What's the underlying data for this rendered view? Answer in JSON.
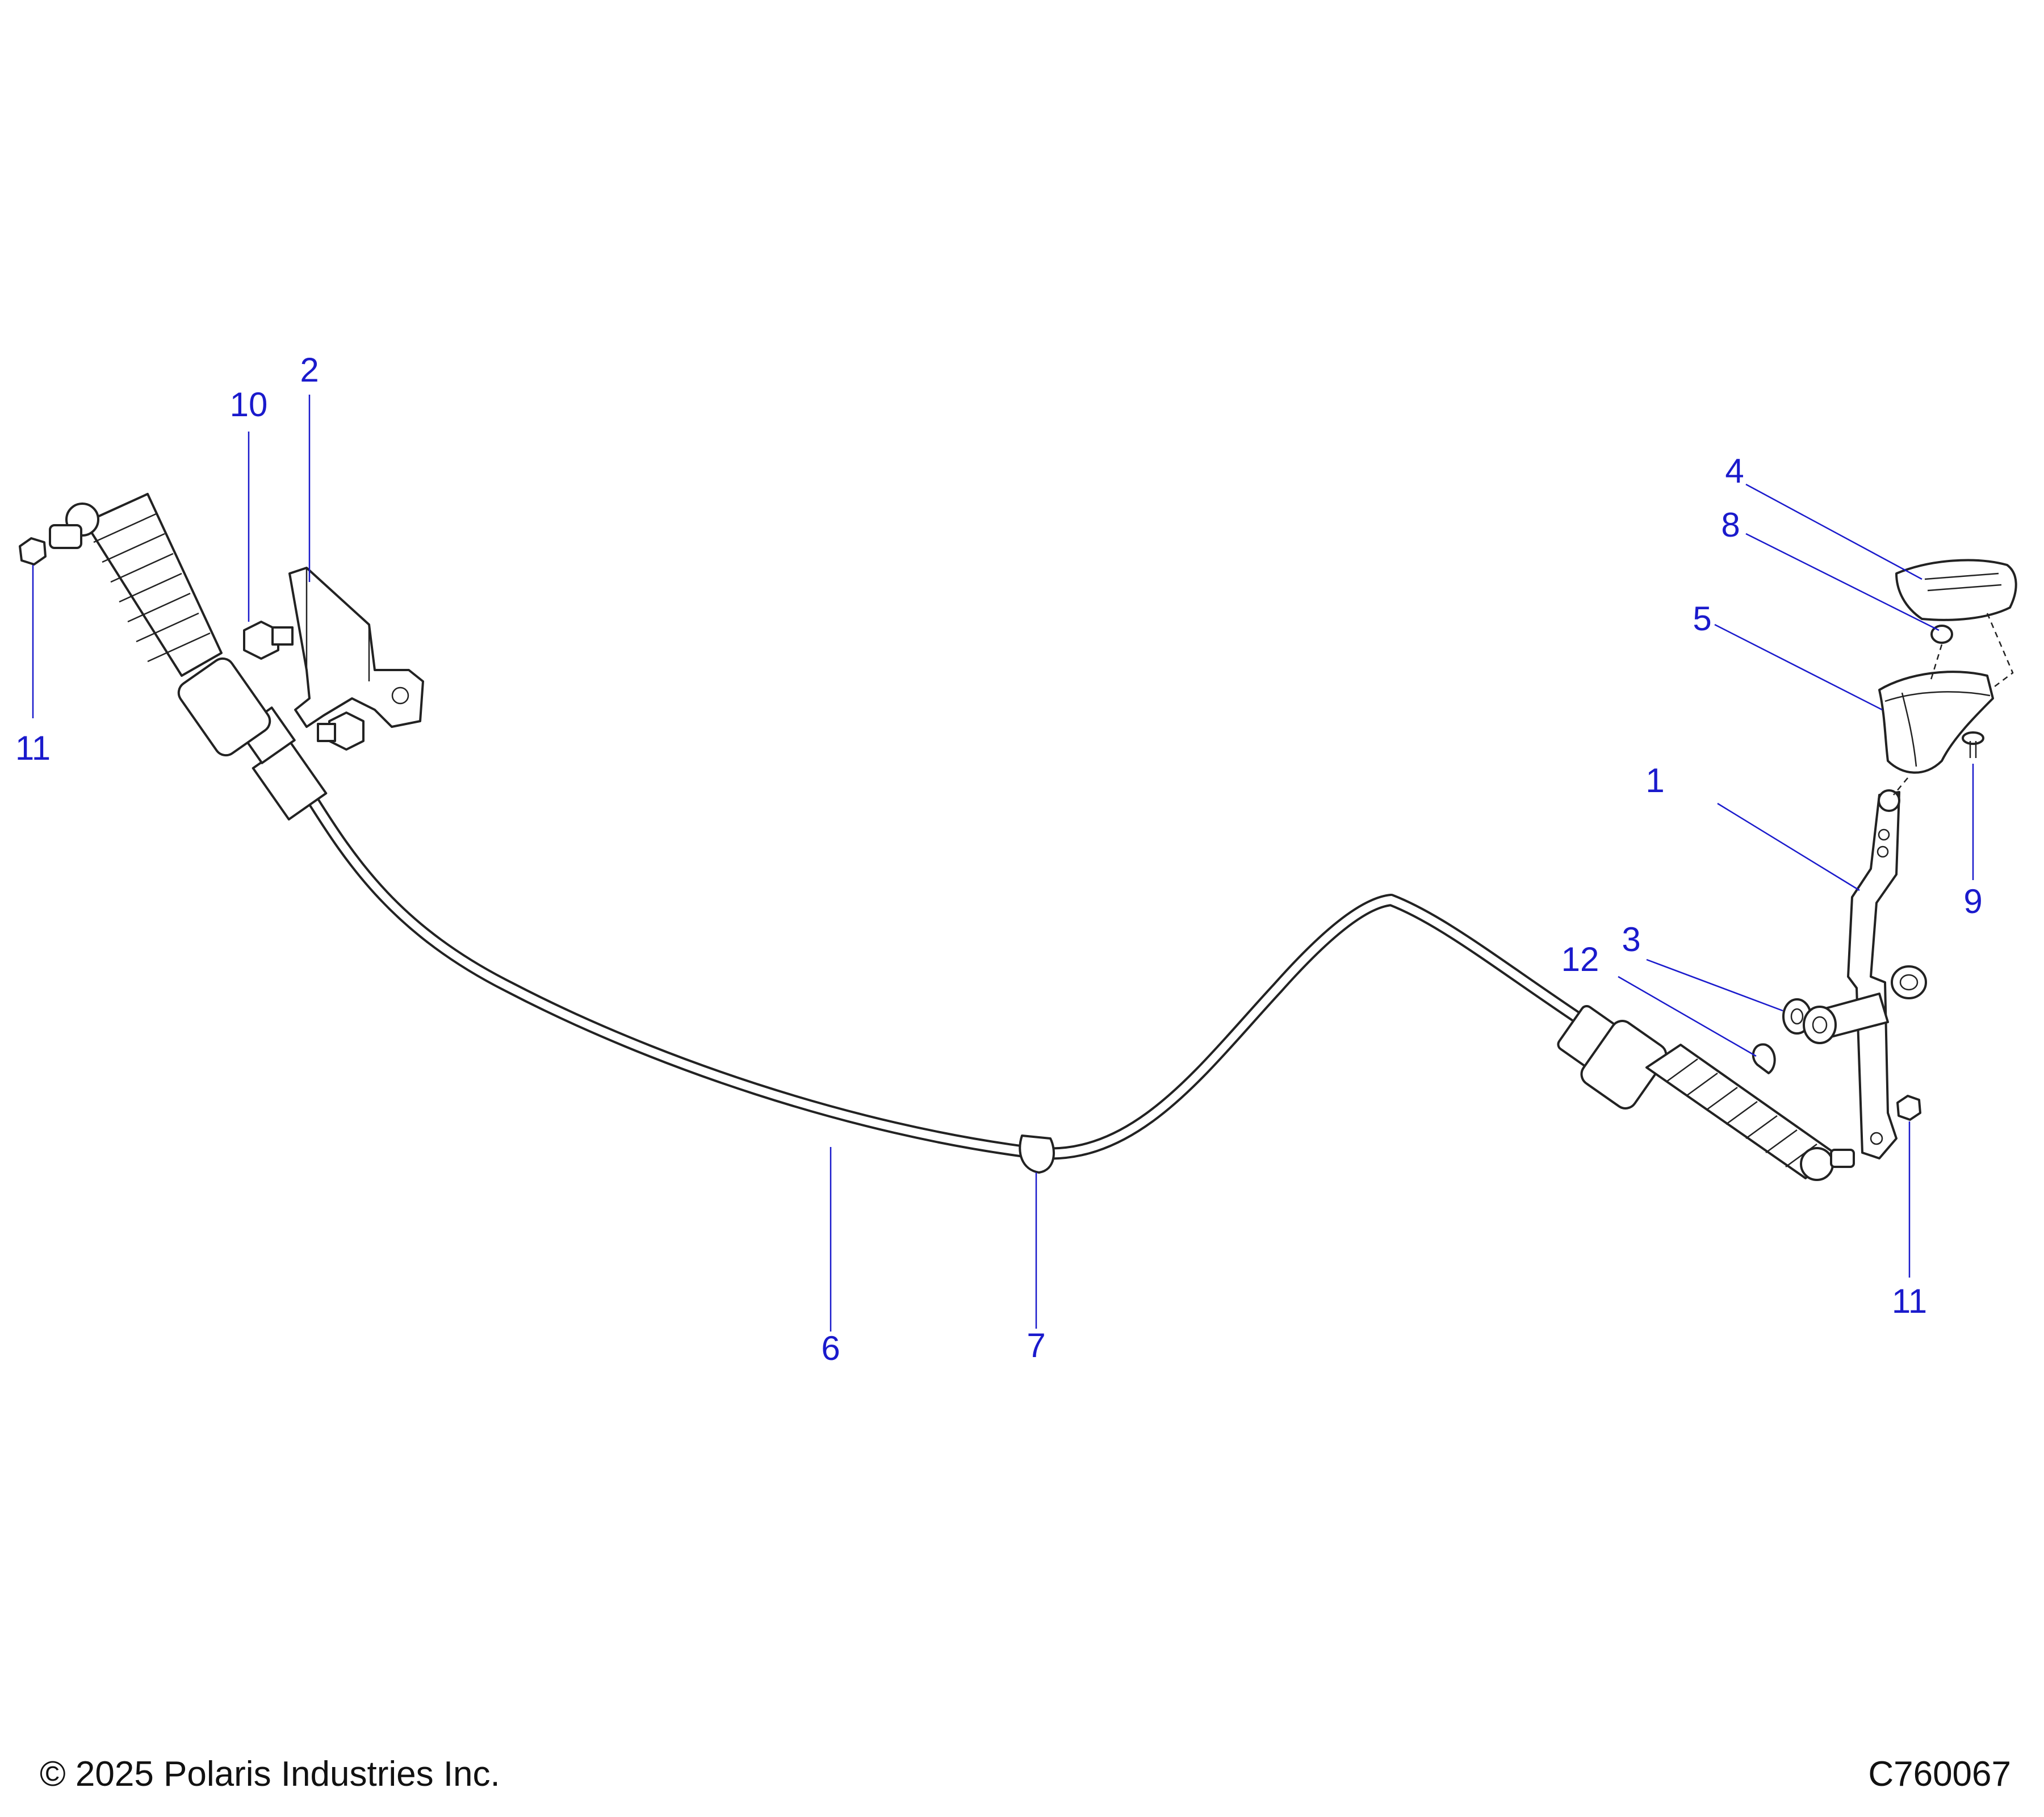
{
  "callouts": {
    "c1": "1",
    "c2": "2",
    "c3": "3",
    "c4": "4",
    "c5": "5",
    "c6": "6",
    "c7": "7",
    "c8": "8",
    "c9": "9",
    "c10": "10",
    "c11_left": "11",
    "c11_right": "11",
    "c12": "12"
  },
  "footer": {
    "copyright": "© 2025 Polaris Industries Inc.",
    "diagram_id": "C760067"
  }
}
